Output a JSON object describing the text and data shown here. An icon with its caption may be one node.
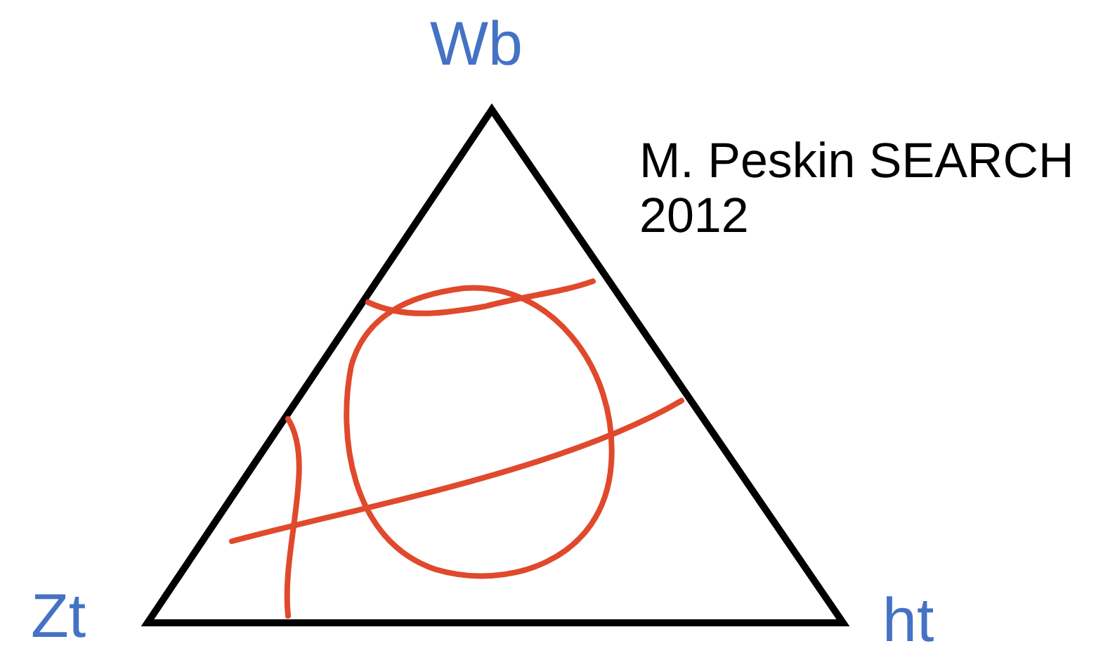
{
  "diagram": {
    "labels": [
      "Wb",
      "M. Peskin SEARCH 2012",
      "Zt",
      "ht"
    ]
  }
}
